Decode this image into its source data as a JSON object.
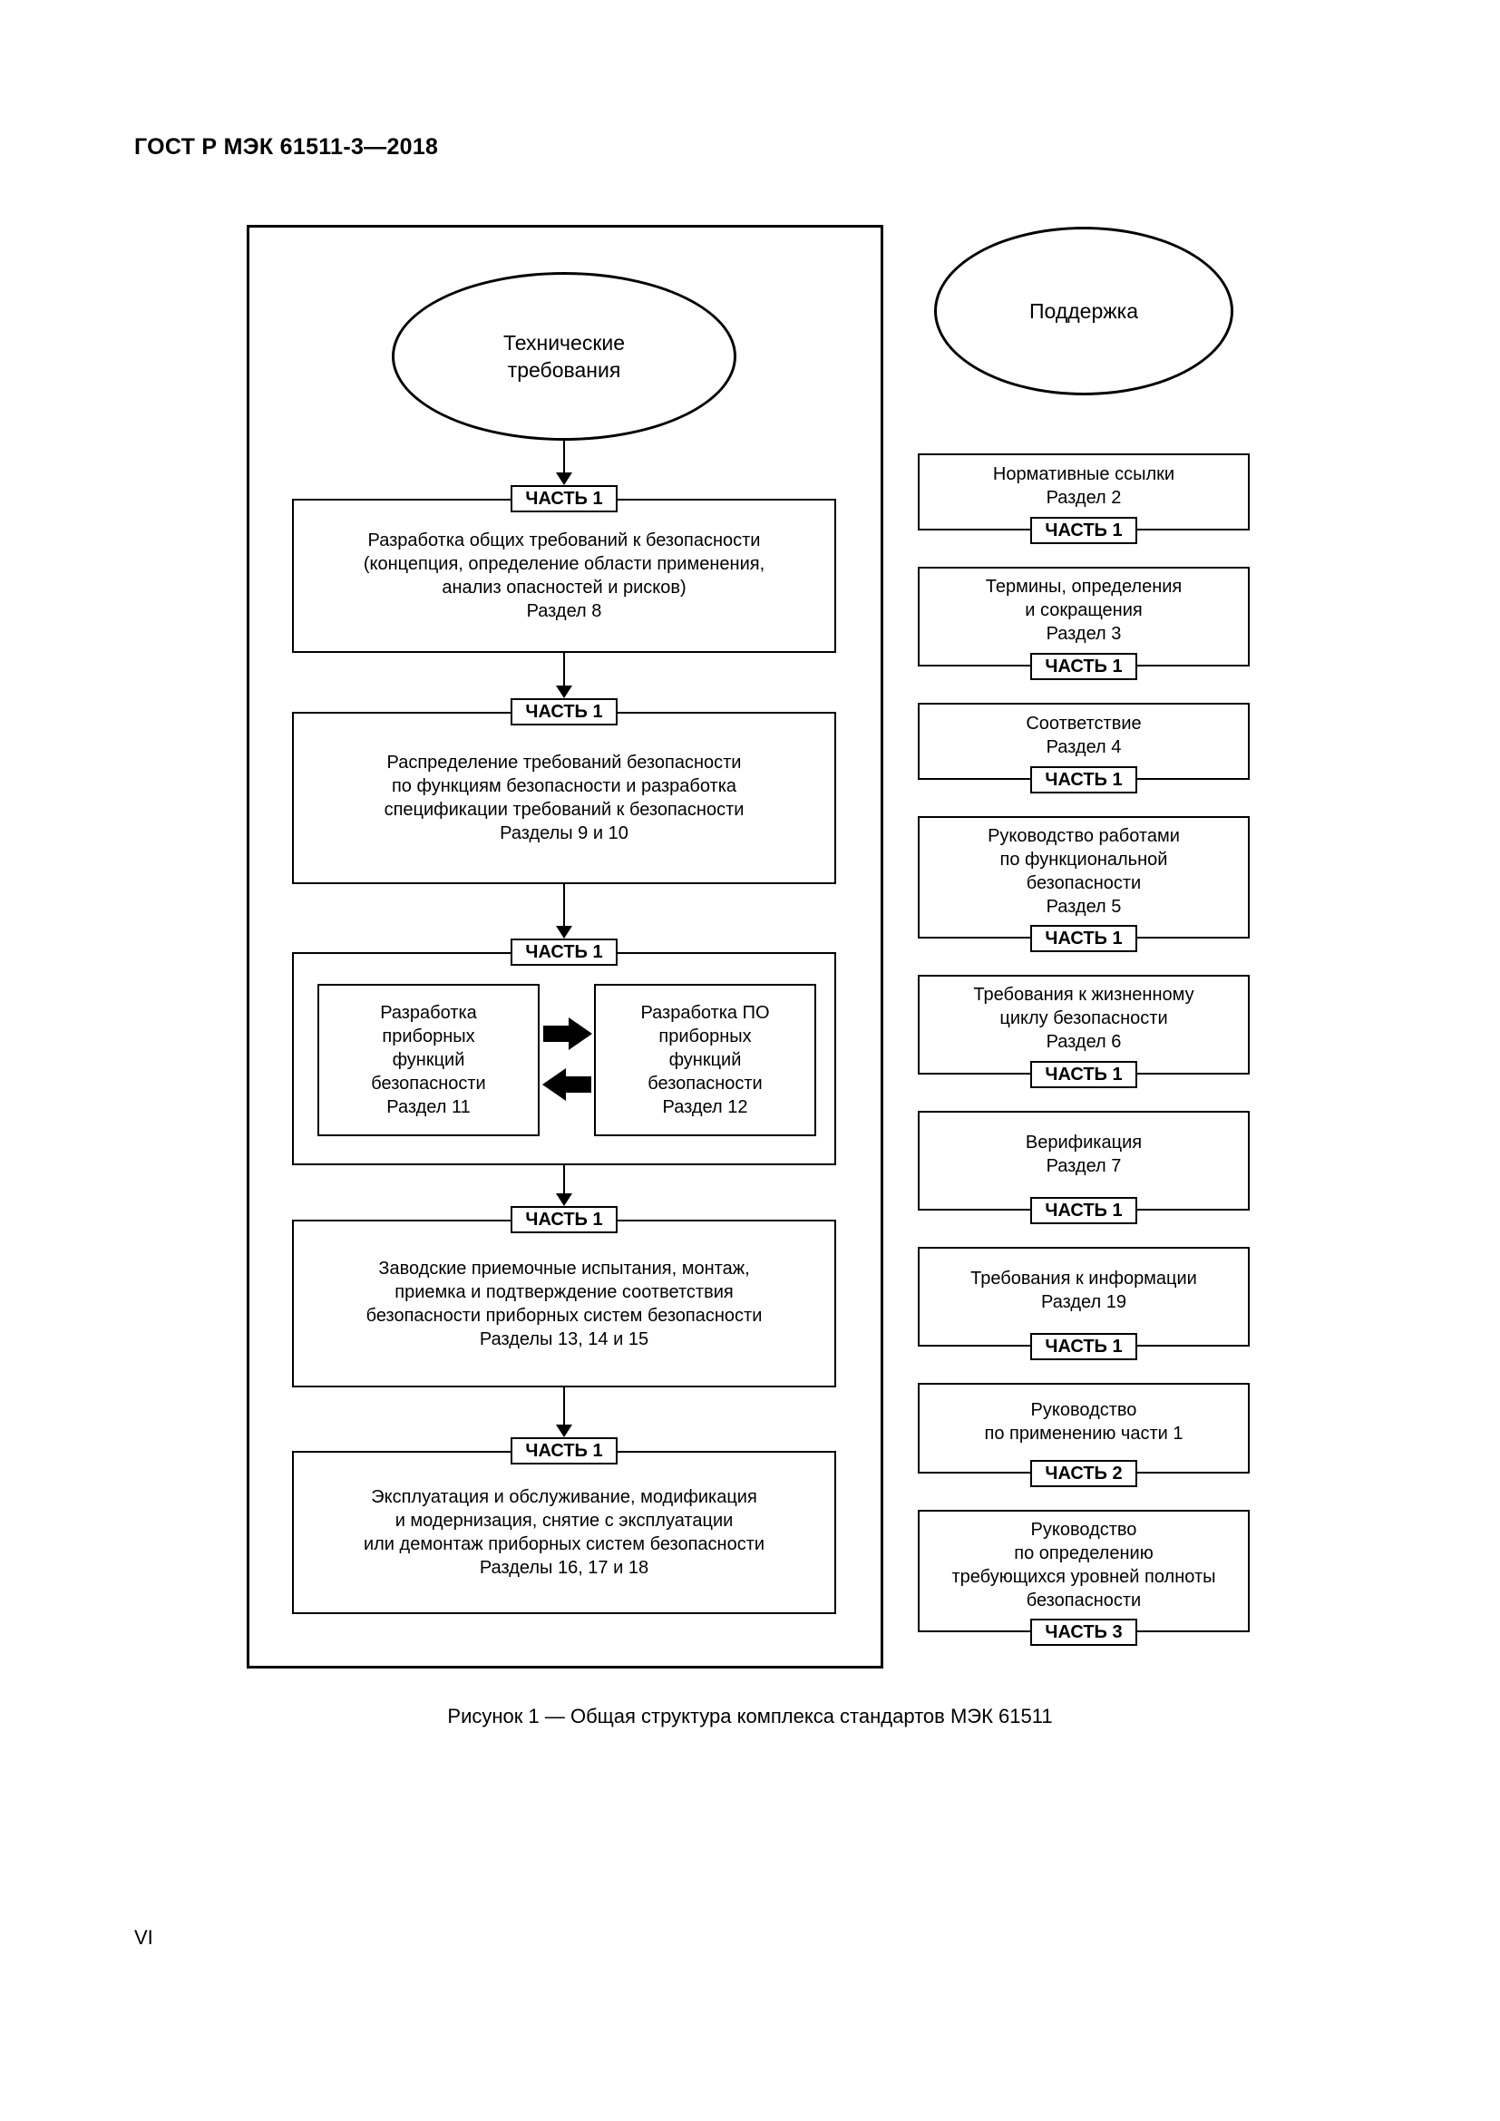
{
  "page": {
    "header": "ГОСТ Р МЭК 61511-3—2018",
    "caption": "Рисунок 1 — Общая структура комплекса стандартов МЭК 61511",
    "page_number": "VI"
  },
  "diagram": {
    "left": {
      "ellipse": "Технические\nтребования",
      "steps": [
        {
          "tag": "ЧАСТЬ 1",
          "text": "Разработка общих требований к безопасности\n(концепция, определение области применения,\nанализ опасностей и рисков)\nРаздел 8"
        },
        {
          "tag": "ЧАСТЬ 1",
          "text": "Распределение требований безопасности\nпо функциям безопасности и разработка\nспецификации требований к безопасности\nРазделы 9 и 10"
        },
        {
          "tag": "ЧАСТЬ 1",
          "left_box": "Разработка\nприборных\nфункций\nбезопасности\nРаздел 11",
          "right_box": "Разработка ПО\nприборных\nфункций\nбезопасности\nРаздел 12"
        },
        {
          "tag": "ЧАСТЬ 1",
          "text": "Заводские приемочные испытания, монтаж,\nприемка и подтверждение соответствия\nбезопасности приборных систем безопасности\nРазделы 13, 14 и 15"
        },
        {
          "tag": "ЧАСТЬ 1",
          "text": "Эксплуатация и обслуживание, модификация\nи модернизация, снятие с эксплуатации\nили демонтаж приборных систем безопасности\nРазделы 16, 17 и 18"
        }
      ]
    },
    "right": {
      "ellipse": "Поддержка",
      "boxes": [
        {
          "text": "Нормативные ссылки\nРаздел 2",
          "tag": "ЧАСТЬ 1"
        },
        {
          "text": "Термины, определения\nи сокращения\nРаздел 3",
          "tag": "ЧАСТЬ 1"
        },
        {
          "text": "Соответствие\nРаздел 4",
          "tag": "ЧАСТЬ 1"
        },
        {
          "text": "Руководство работами\nпо функциональной\nбезопасности\nРаздел 5",
          "tag": "ЧАСТЬ 1"
        },
        {
          "text": "Требования к жизненному\nциклу безопасности\nРаздел 6",
          "tag": "ЧАСТЬ 1"
        },
        {
          "text": "Верификация\nРаздел 7",
          "tag": "ЧАСТЬ 1"
        },
        {
          "text": "Требования к информации\nРаздел 19",
          "tag": "ЧАСТЬ 1"
        },
        {
          "text": "Руководство\nпо применению части 1",
          "tag": "ЧАСТЬ 2"
        },
        {
          "text": "Руководство\nпо определению\nтребующихся уровней полноты\nбезопасности",
          "tag": "ЧАСТЬ 3"
        }
      ]
    }
  }
}
